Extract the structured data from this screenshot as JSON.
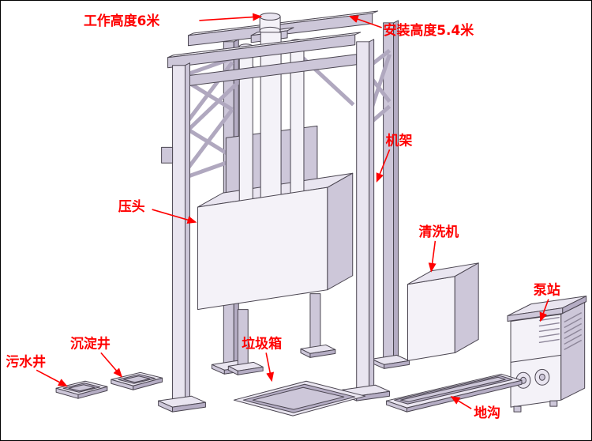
{
  "diagram": {
    "type": "isometric-equipment-diagram",
    "labels": {
      "working_height": "工作高度6米",
      "install_height": "安装高度5.4米",
      "frame": "机架",
      "press_head": "压头",
      "washer": "清洗机",
      "pump_station": "泵站",
      "sediment_well": "沉淀井",
      "sewage_well": "污水井",
      "garbage_bin": "垃圾箱",
      "trench": "地沟"
    },
    "colors": {
      "label": "#ff0000",
      "outline": "#4a4550",
      "body_lighter": "#f4f2f8",
      "body_light": "#e9e5f0",
      "body_mid": "#cdc7d9",
      "body_dark": "#b5adc4",
      "background": "#ffffff"
    }
  }
}
